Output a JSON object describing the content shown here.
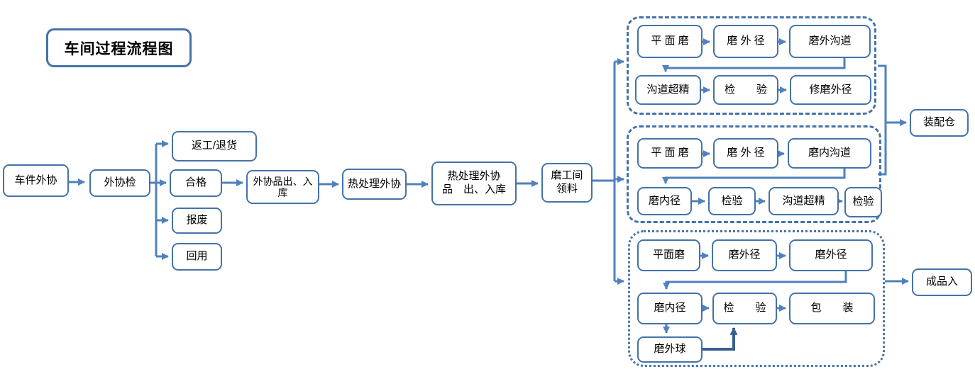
{
  "title": "车间过程流程图",
  "colors": {
    "accent": "#4F81BD",
    "box_border": "#4473A8",
    "dark_connector": "#365F91"
  },
  "flow": {
    "outsource_part": "车件外协",
    "outsource_inspect": "外协检",
    "rework_return": "返工/退货",
    "qualified": "合格",
    "scrap": "报废",
    "reuse": "回用",
    "outsource_io_store": "外协品出、入\n库",
    "heat_treat_outsource": "热处理外协",
    "heat_treat_io_store": "热处理外协\n品　出、入库",
    "grinding_material": "磨工间\n领料"
  },
  "groups": [
    {
      "style": "dashed",
      "boxes": [
        "平 面 磨",
        "磨 外 径",
        "磨外沟道",
        "沟道超精",
        "检　　验",
        "修磨外径"
      ]
    },
    {
      "style": "dashed",
      "boxes": [
        "平 面 磨",
        "磨 外 径",
        "磨内沟道",
        "磨内径",
        "检验",
        "沟道超精",
        "检验"
      ]
    },
    {
      "style": "dotted",
      "boxes": [
        "平面磨",
        "磨外径",
        "磨外径",
        "磨内径",
        "检　　验",
        "包　　装",
        "磨外球"
      ]
    }
  ],
  "outputs": {
    "assembly_store": "装配仓",
    "finished_in": "成品入"
  }
}
